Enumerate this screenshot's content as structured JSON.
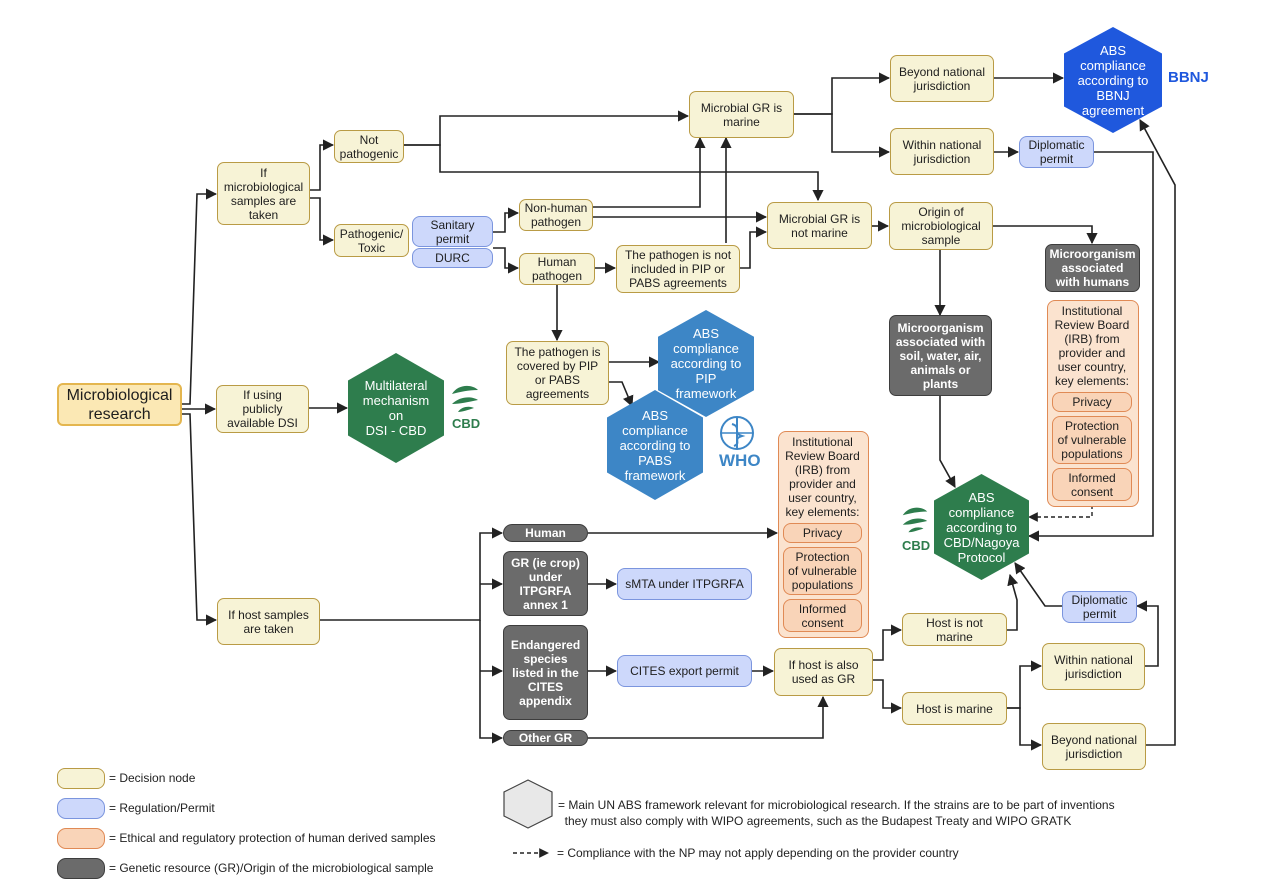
{
  "nodes": {
    "microbiological_research": "Microbiological\nresearch",
    "if_samples_taken": "If\nmicrobiological\nsamples are\ntaken",
    "if_using_dsi": "If using\npublicly\navailable DSI",
    "if_host_samples": "If host samples\nare taken",
    "not_pathogenic": "Not\npathogenic",
    "pathogenic_toxic": "Pathogenic/\nToxic",
    "sanitary_permit": "Sanitary\npermit",
    "durc": "DURC",
    "non_human_pathogen": "Non-human\npathogen",
    "human_pathogen": "Human\npathogen",
    "not_in_pip": "The pathogen is not\nincluded in PIP or\nPABS agreements",
    "covered_by_pip": "The pathogen is\ncovered by PIP\nor PABS\nagreements",
    "microbial_marine": "Microbial GR is\nmarine",
    "microbial_not_marine": "Microbial GR is\nnot marine",
    "beyond_nj_top": "Beyond national\njurisdiction",
    "within_nj_top": "Within national\njurisdiction",
    "diplomatic_permit_top": "Diplomatic\npermit",
    "origin_sample": "Origin of\nmicrobiological\nsample",
    "micro_humans": "Microorganism\nassociated\nwith humans",
    "micro_soil": "Microorganism\nassociated with\nsoil, water, air,\nanimals or\nplants",
    "irb_right_title": "Institutional\nReview Board\n(IRB) from\nprovider and\nuser country,\nkey elements:",
    "irb_center_title": "Institutional\nReview Board\n(IRB) from\nprovider and\nuser country,\nkey elements:",
    "privacy": "Privacy",
    "protection": "Protection\nof vulnerable\npopulations",
    "informed_consent": "Informed\nconsent",
    "human": "Human",
    "gr_crop": "GR (ie crop)\nunder\nITPGRFA\nannex 1",
    "smta": "sMTA under ITPGRFA",
    "endangered": "Endangered\nspecies\nlisted in the\nCITES\nappendix",
    "cites_permit": "CITES export permit",
    "other_gr": "Other GR",
    "host_also_gr": "If host is also\nused as GR",
    "host_not_marine": "Host is not\nmarine",
    "host_marine": "Host is marine",
    "diplomatic_permit_bottom": "Diplomatic\npermit",
    "within_nj_bottom": "Within national\njurisdiction",
    "beyond_nj_bottom": "Beyond national\njurisdiction"
  },
  "frameworks": {
    "multilateral_dsi": "Multilateral\nmechanism on\nDSI - CBD",
    "abs_pip": "ABS\ncompliance\naccording to\nPIP framework",
    "abs_pabs": "ABS\ncompliance\naccording to\nPABS\nframework",
    "abs_cbd": "ABS\ncompliance\naccording to\nCBD/Nagoya\nProtocol",
    "abs_bbnj": "ABS\ncompliance\naccording to\nBBNJ\nagreement"
  },
  "brands": {
    "cbd_1": "CBD",
    "cbd_2": "CBD",
    "who": "WHO",
    "bbnj": "BBNJ"
  },
  "legend": {
    "decision": "= Decision node",
    "regulation": "= Regulation/Permit",
    "ethical": "= Ethical and regulatory protection of human derived samples",
    "genetic": "= Genetic resource (GR)/Origin of the microbiological sample",
    "framework": "= Main UN ABS framework relevant for microbiological research. If the strains are to be part of inventions\n  they must also comply with WIPO agreements, such as the Budapest Treaty and WIPO GRATK",
    "dashed": "= Compliance with the NP may not apply depending on the provider country"
  },
  "colors": {
    "decision_fill": "#f7f3d6",
    "regulation_fill": "#cdd8fb",
    "ethical_fill": "#f9d4b8",
    "genetic_fill": "#6b6b6b",
    "cbd_green": "#2e7d4d",
    "who_blue": "#3d86c6",
    "bbnj_blue": "#1f58dd"
  }
}
